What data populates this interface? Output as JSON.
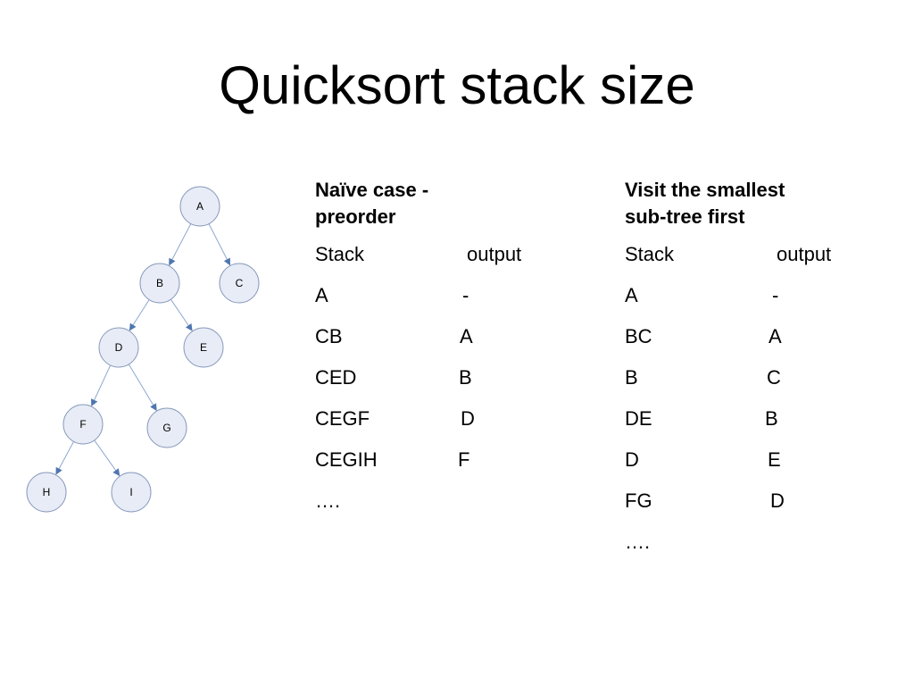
{
  "title": "Quicksort stack size",
  "tree": {
    "nodes": [
      {
        "id": "A",
        "label": "A"
      },
      {
        "id": "B",
        "label": "B"
      },
      {
        "id": "C",
        "label": "C"
      },
      {
        "id": "D",
        "label": "D"
      },
      {
        "id": "E",
        "label": "E"
      },
      {
        "id": "F",
        "label": "F"
      },
      {
        "id": "G",
        "label": "G"
      },
      {
        "id": "H",
        "label": "H"
      },
      {
        "id": "I",
        "label": "I"
      }
    ],
    "edges": [
      [
        "A",
        "B"
      ],
      [
        "A",
        "C"
      ],
      [
        "B",
        "D"
      ],
      [
        "B",
        "E"
      ],
      [
        "D",
        "F"
      ],
      [
        "D",
        "G"
      ],
      [
        "F",
        "H"
      ],
      [
        "F",
        "I"
      ]
    ],
    "colors": {
      "node_fill": "#e8ecf6",
      "node_stroke": "#8a9bbd",
      "edge": "#8fa7cf",
      "arrow": "#4f76b0"
    }
  },
  "naive": {
    "heading_line1": "Naïve case -",
    "heading_line2": "preorder",
    "header": {
      "stack": "Stack",
      "output": "output"
    },
    "rows": [
      {
        "stack": "A",
        "output": "-"
      },
      {
        "stack": "CB",
        "output": "A"
      },
      {
        "stack": "CED",
        "output": "B"
      },
      {
        "stack": "CEGF",
        "output": "D"
      },
      {
        "stack": "CEGIH",
        "output": "F"
      },
      {
        "stack": "….",
        "output": ""
      }
    ]
  },
  "smallest": {
    "heading_line1": "Visit the smallest",
    "heading_line2": "sub-tree first",
    "header": {
      "stack": "Stack",
      "output": "output"
    },
    "rows": [
      {
        "stack": "A",
        "output": "-"
      },
      {
        "stack": "BC",
        "output": "A"
      },
      {
        "stack": "B",
        "output": "C"
      },
      {
        "stack": "DE",
        "output": "B"
      },
      {
        "stack": "D",
        "output": "E"
      },
      {
        "stack": "FG",
        "output": "D"
      },
      {
        "stack": "….",
        "output": ""
      }
    ]
  }
}
